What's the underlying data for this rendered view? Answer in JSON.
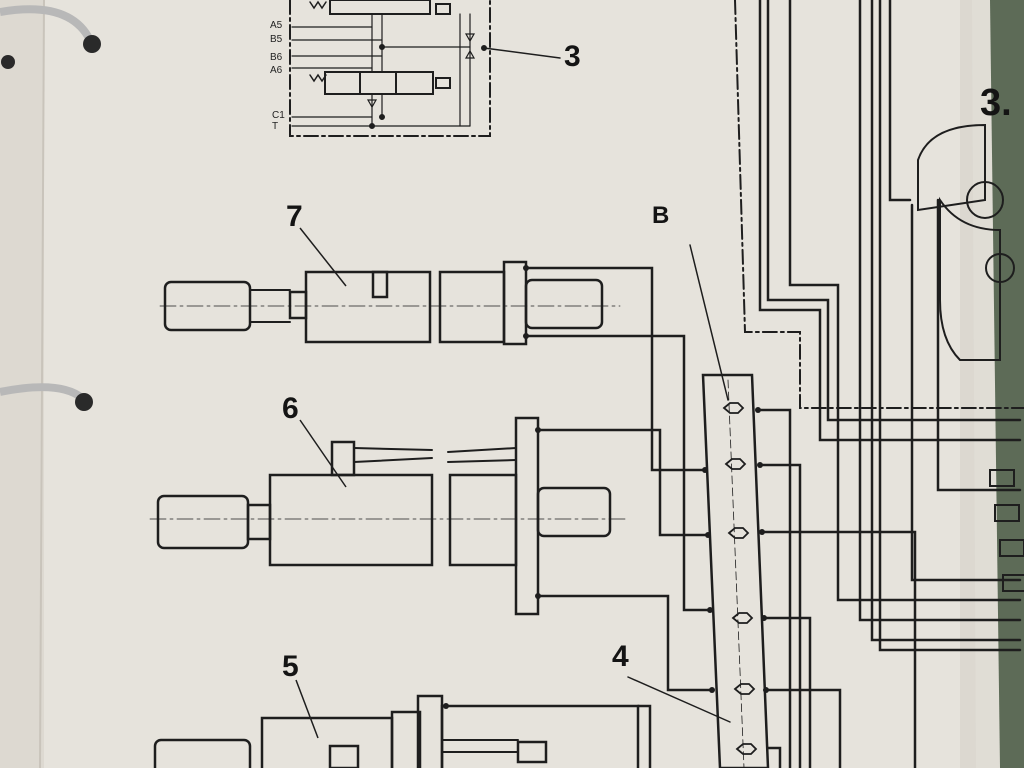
{
  "callouts": {
    "valve_block": "3",
    "cylinder_upper": "7",
    "cylinder_middle": "6",
    "cylinder_lower": "5",
    "manifold": "4",
    "manifold_port": "B",
    "page_tab": "3."
  },
  "valve_ports": [
    "A5",
    "B5",
    "B6",
    "A6",
    "C1",
    "T"
  ],
  "colors": {
    "paper": "#e6e3dc",
    "ink": "#1e1e1e",
    "binder_tab": "#5d6b57"
  }
}
